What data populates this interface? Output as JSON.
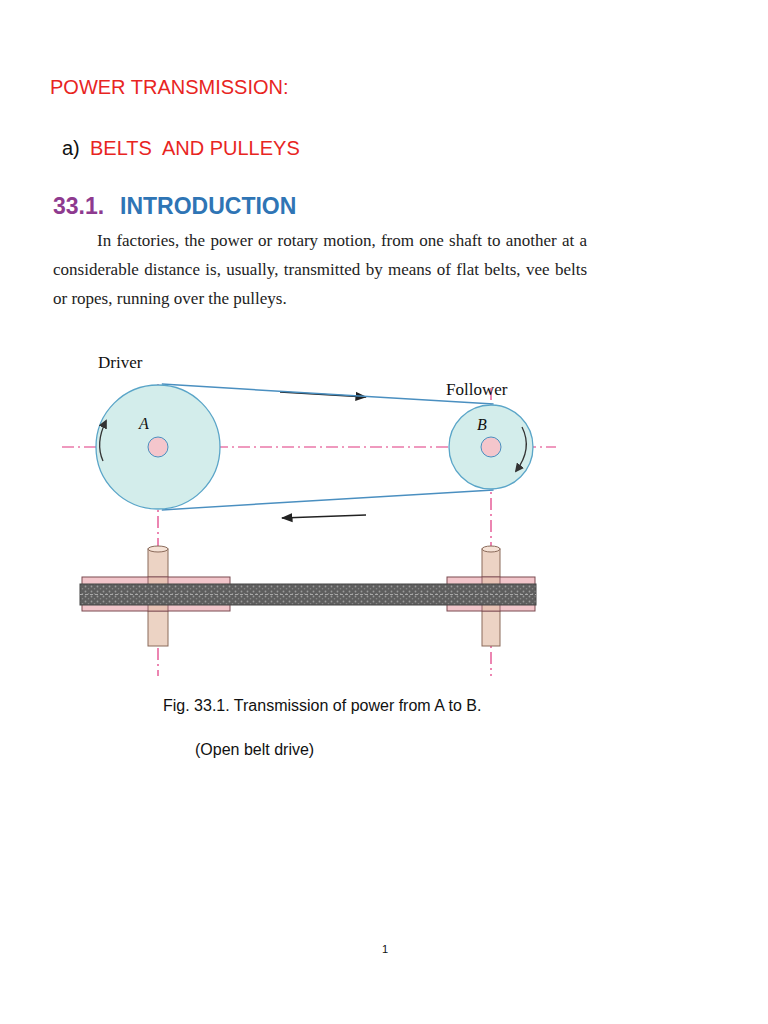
{
  "diagram": {
    "title": "POWER TRANSMISSION:",
    "caption": "Fig. 33.1. Transmission of power from A to B.",
    "nodes": [
      {
        "text": [
          "Driver",
          "A"
        ]
      },
      {
        "text": [
          "Follower",
          "B"
        ]
      }
    ],
    "edges": [
      {
        "from": 0,
        "to": 1,
        "arrow": "none"
      },
      {
        "from": 1,
        "to": 0,
        "arrow": "none"
      }
    ],
    "labels": [
      "a)",
      "BELTS  AND PULLEYS",
      "33.1.",
      "INTRODUCTION",
      "In factories, the power or rotary motion, from one shaft to another at a considerable distance is, usually, transmitted by means of flat belts, vee belts or ropes, running over the pulleys.",
      "(Open belt drive)",
      "1"
    ]
  }
}
